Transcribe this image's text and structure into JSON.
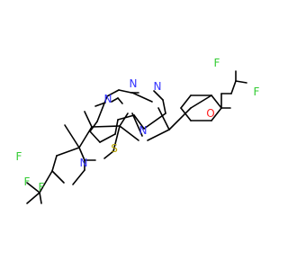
{
  "molecule": {
    "atom_labels": {
      "N_pyrimidine": "N",
      "N_triazole_1": "N",
      "N_triazole_2": "N",
      "N_triazole_3": "N",
      "S_thiophene": "S",
      "N_pyridine": "N",
      "F_a": "F",
      "F_b": "F",
      "F_c": "F",
      "O_ether": "O",
      "F_d": "F",
      "F_e": "F"
    },
    "colors": {
      "bond": "#000000",
      "nitrogen": "#3333ff",
      "sulfur": "#b8a400",
      "fluorine": "#33cc33",
      "oxygen": "#ff2020"
    }
  }
}
